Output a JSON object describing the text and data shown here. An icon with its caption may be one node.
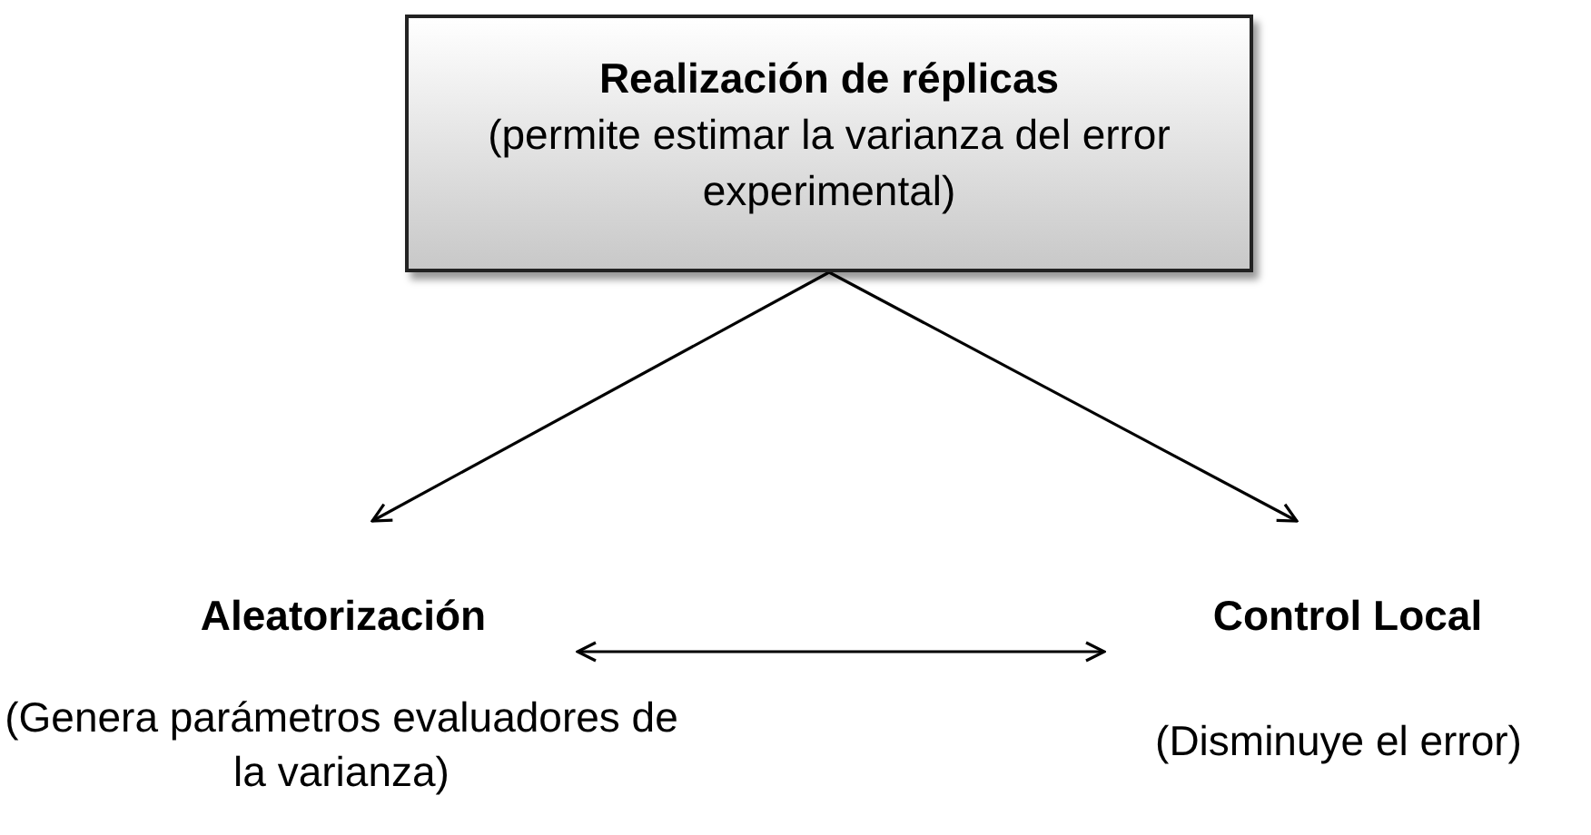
{
  "diagram": {
    "nodes": [
      {
        "text": [
          "Realización de réplicas",
          "(permite estimar la varianza del error experimental)"
        ]
      },
      {
        "text": [
          "Aleatorización"
        ],
        "beside": [
          "(Genera parámetros evaluadores de la varianza)"
        ]
      },
      {
        "text": [
          "Control Local"
        ],
        "beside": [
          "(Disminuye el error)"
        ]
      }
    ],
    "edges": [
      {
        "from": 0,
        "to": 1,
        "arrow": "to"
      },
      {
        "from": 0,
        "to": 2,
        "arrow": "to"
      },
      {
        "from": 1,
        "to": 2,
        "arrow": "both"
      }
    ]
  }
}
